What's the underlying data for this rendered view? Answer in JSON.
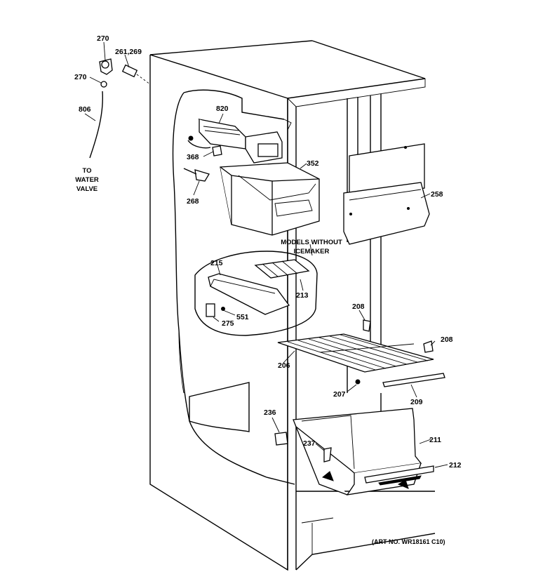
{
  "labels": {
    "p270a": "270",
    "p261": "261,269",
    "p270b": "270",
    "p806": "806",
    "to_water_valve": [
      "TO",
      "WATER",
      "VALVE"
    ],
    "p820": "820",
    "p368": "368",
    "p352": "352",
    "p268": "268",
    "p258": "258",
    "models_without_icemaker": [
      "MODELS WITHOUT",
      "ICEMAKER"
    ],
    "p215": "215",
    "p213": "213",
    "p551": "551",
    "p275": "275",
    "p208a": "208",
    "p208b": "208",
    "p206": "206",
    "p207": "207",
    "p209": "209",
    "p236": "236",
    "p237": "237",
    "p211": "211",
    "p212": "212",
    "art_no": "(ART NO. WR18161 C10)"
  }
}
